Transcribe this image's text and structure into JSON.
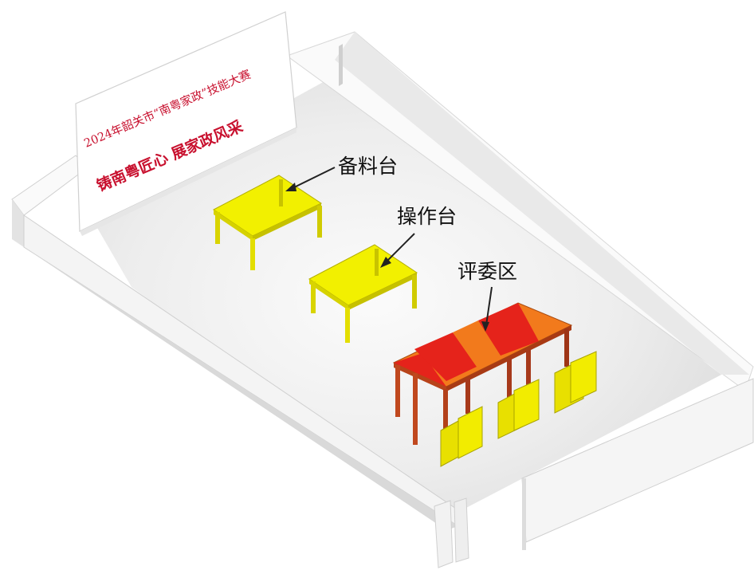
{
  "banner": {
    "line1": "2024年韶关市“南粤家政”技能大赛",
    "line2": "铸南粤匠心 展家政风采"
  },
  "labels": {
    "prep_table": "备料台",
    "work_table": "操作台",
    "judges_area": "评委区"
  },
  "colors": {
    "floor": "#ececec",
    "wall": "#f7f7f7",
    "table": "#f2f000",
    "judges_table_red": "#e5231b",
    "judges_table_orange": "#f27a1c",
    "chair": "#e8e000",
    "banner_text": "#c8102e"
  }
}
